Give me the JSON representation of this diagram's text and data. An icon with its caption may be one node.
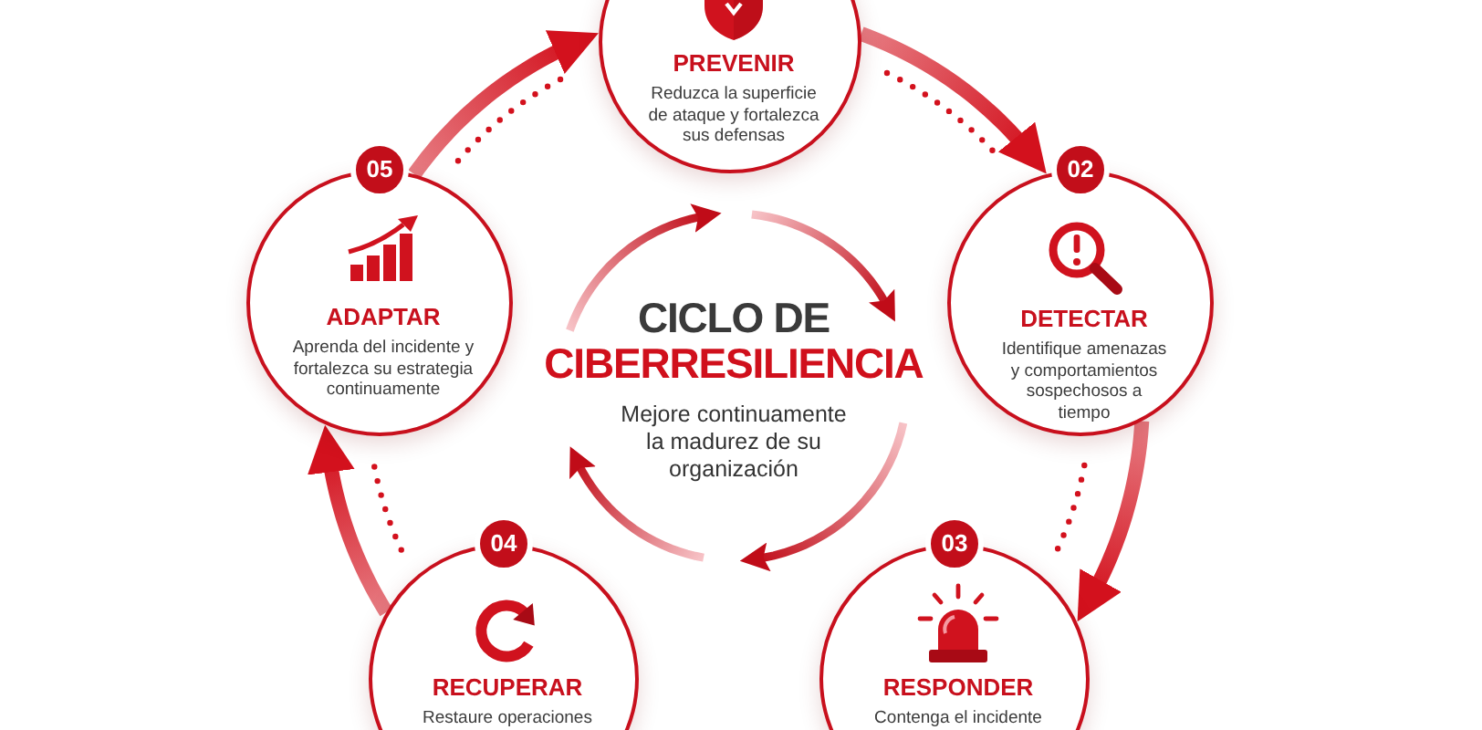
{
  "diagram": {
    "nodes": [
      {
        "text": [
          "PREVENIR",
          "Reduzca la superficie de ataque y fortalezca sus defensas"
        ]
      },
      {
        "text": [
          "DETECTAR",
          "Identifique amenazas y comportamientos sospechosos a tiempo"
        ],
        "beside": [
          "02"
        ]
      },
      {
        "text": [
          "RESPONDER",
          "Contenga el incidente"
        ],
        "beside": [
          "03"
        ]
      },
      {
        "text": [
          "RECUPERAR",
          "Restaure operaciones"
        ],
        "beside": [
          "04"
        ]
      },
      {
        "text": [
          "ADAPTAR",
          "Aprenda del incidente y fortalezca su estrategia continuamente"
        ],
        "beside": [
          "05"
        ]
      },
      {
        "text": [
          "CICLO DE CIBERRESILIENCIA",
          "Mejore continuamente la madurez de su organización"
        ]
      }
    ],
    "edges": [
      {
        "from": 4,
        "to": 0,
        "arrow": "to"
      },
      {
        "from": 0,
        "to": 1,
        "arrow": "to"
      },
      {
        "from": 1,
        "to": 2,
        "arrow": "to"
      },
      {
        "from": 3,
        "to": 4,
        "arrow": "to"
      }
    ]
  }
}
